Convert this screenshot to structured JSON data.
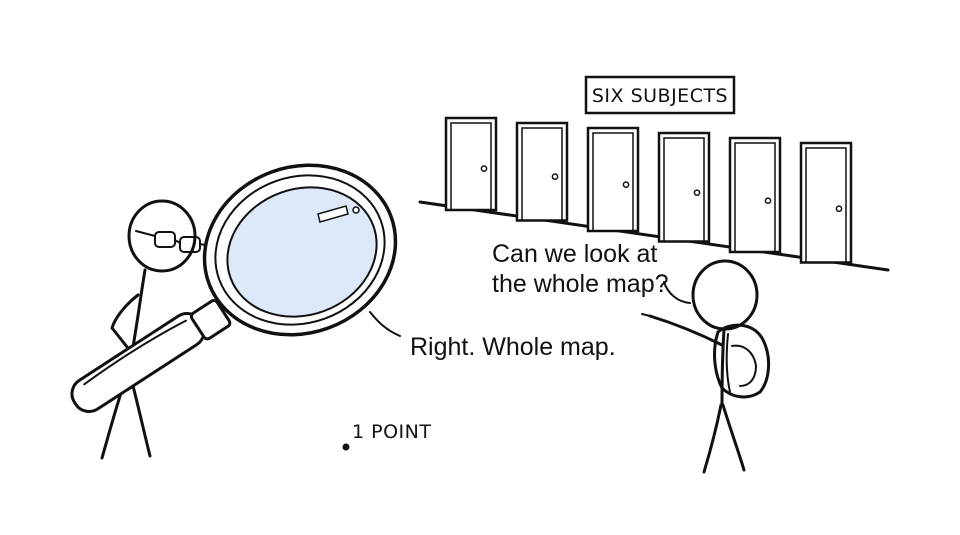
{
  "sign": {
    "text": "SIX SUBJECTS"
  },
  "speech": {
    "student_line_1": "Can we look at",
    "student_line_2": "the whole map?",
    "teacher_reply": "Right. Whole map."
  },
  "annotation": {
    "point_label": "1 POINT"
  },
  "doors": {
    "count": 6
  },
  "colors": {
    "ink": "#111111",
    "lens": "#dde8f8",
    "background": "#ffffff"
  }
}
